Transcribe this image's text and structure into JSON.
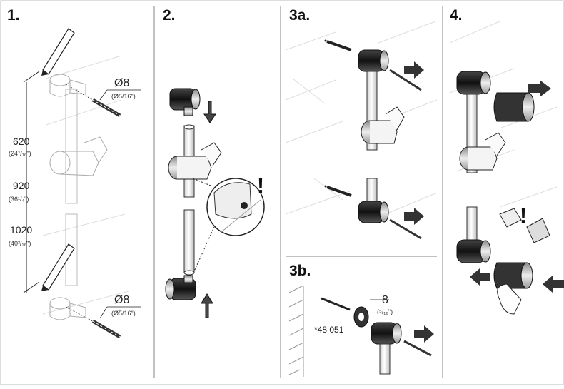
{
  "steps": {
    "s1": "1.",
    "s2": "2.",
    "s3a": "3a.",
    "s3b": "3b.",
    "s4": "4."
  },
  "panel1": {
    "drill_top": "Ø8",
    "drill_top_inch": "(Ø5/16\")",
    "drill_bottom": "Ø8",
    "drill_bottom_inch": "(Ø5/16\")",
    "d620": "620",
    "d620_inch": "(24⁷/₁₆\")",
    "d920": "920",
    "d920_inch": "(36¹/₄\")",
    "d1020": "1020",
    "d1020_inch": "(40³/₁₆\")"
  },
  "panel2": {
    "caution": "!"
  },
  "panel3b": {
    "spacer": "8",
    "spacer_inch": "(⁵/₁₆\")",
    "part_number": "*48 051"
  },
  "panel4": {
    "caution": "!"
  }
}
